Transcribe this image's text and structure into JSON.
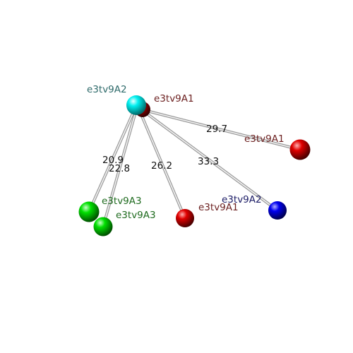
{
  "atoms": [
    {
      "id": "cyan-center",
      "color": "#00e5e5",
      "sphere": "cyan",
      "label": "e3tv9A2",
      "label_color": "#2f6b6b"
    },
    {
      "id": "red-center",
      "color": "#b30000",
      "sphere": "red",
      "label": "e3tv9A1",
      "label_color": "#6b1f1f"
    },
    {
      "id": "red-right",
      "color": "#d40000",
      "sphere": "red",
      "label": "e3tv9A1",
      "label_color": "#6b1f1f"
    },
    {
      "id": "red-bottom",
      "color": "#d40000",
      "sphere": "red",
      "label": "e3tv9A1",
      "label_color": "#6b1f1f"
    },
    {
      "id": "blue",
      "color": "#0000e0",
      "sphere": "blue",
      "label": "e3tv9A2",
      "label_color": "#1c1c66"
    },
    {
      "id": "green-left",
      "color": "#00d000",
      "sphere": "green",
      "label": "e3tv9A3",
      "label_color": "#1f6b1f"
    },
    {
      "id": "green-right",
      "color": "#00d000",
      "sphere": "green",
      "label": "e3tv9A3",
      "label_color": "#1f6b1f"
    }
  ],
  "distances": [
    {
      "id": "d-right",
      "value": "29.7"
    },
    {
      "id": "d-blue",
      "value": "33.3"
    },
    {
      "id": "d-bottom",
      "value": "26.2"
    },
    {
      "id": "d-green-left",
      "value": "20.9"
    },
    {
      "id": "d-green-right",
      "value": "22.8"
    }
  ]
}
